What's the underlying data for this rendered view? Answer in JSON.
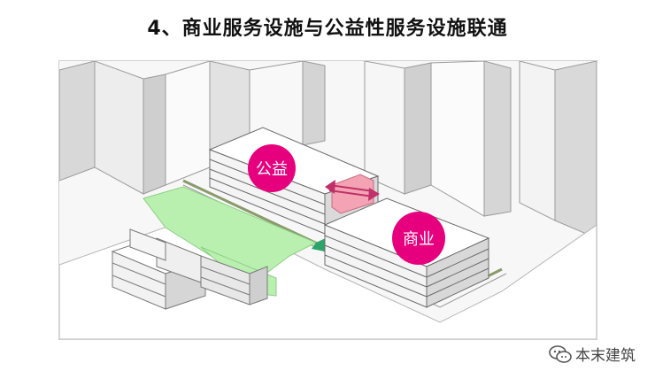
{
  "title": "4、商业服务设施与公益性服务设施联通",
  "labels": {
    "public_welfare": "公益",
    "commercial": "商业"
  },
  "watermark": {
    "icon": "wechat-icon",
    "text": "本末建筑"
  },
  "colors": {
    "bubble": "#e6007e",
    "link_block": "#f3a3b3",
    "arrow": "#c0306a",
    "green_space": "#b9f0b0"
  }
}
